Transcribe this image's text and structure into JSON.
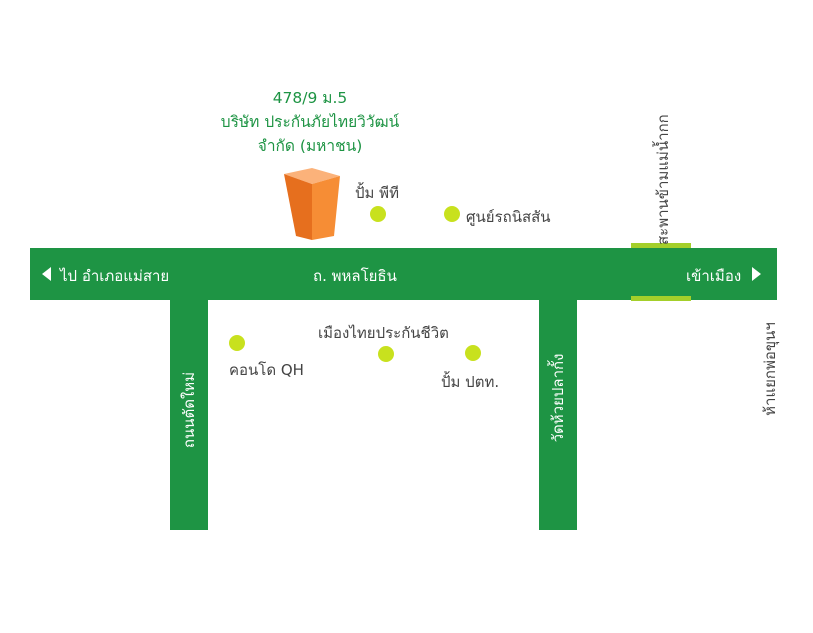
{
  "address": {
    "line1": "478/9 ม.5",
    "line2": "บริษัท ประกันภัยไทยวิวัฒน์",
    "line3": "จำกัด (มหาชน)"
  },
  "roads": {
    "main_road": "ถ. พหลโยธิน",
    "to_mae_sai": "ไป อำเภอแม่สาย",
    "to_city": "เข้าเมือง",
    "thanon_tat_mai": "ถนนตัดใหม่",
    "wat_huai_pla_kang": "วัดห้วยปลากั้ง",
    "bridge_mae_kok": "สะพานข้ามแม่น้ำกก",
    "pho_khun_junction": "ห้าแยกพ่อขุนฯ"
  },
  "places": {
    "pump_pt": "ปั้ม พีที",
    "tisco_center": "ศูนย์รถนิสสัน",
    "condo_qh": "คอนโด QH",
    "muang_thai_life": "เมืองไทยประกันชีวิต",
    "pump_ptt": "ปั้ม ปตท."
  },
  "colors": {
    "road": "#1e9444",
    "poi_dot": "#c8e11e",
    "building": "#f0872d",
    "bridge": "#a4cf2a"
  }
}
